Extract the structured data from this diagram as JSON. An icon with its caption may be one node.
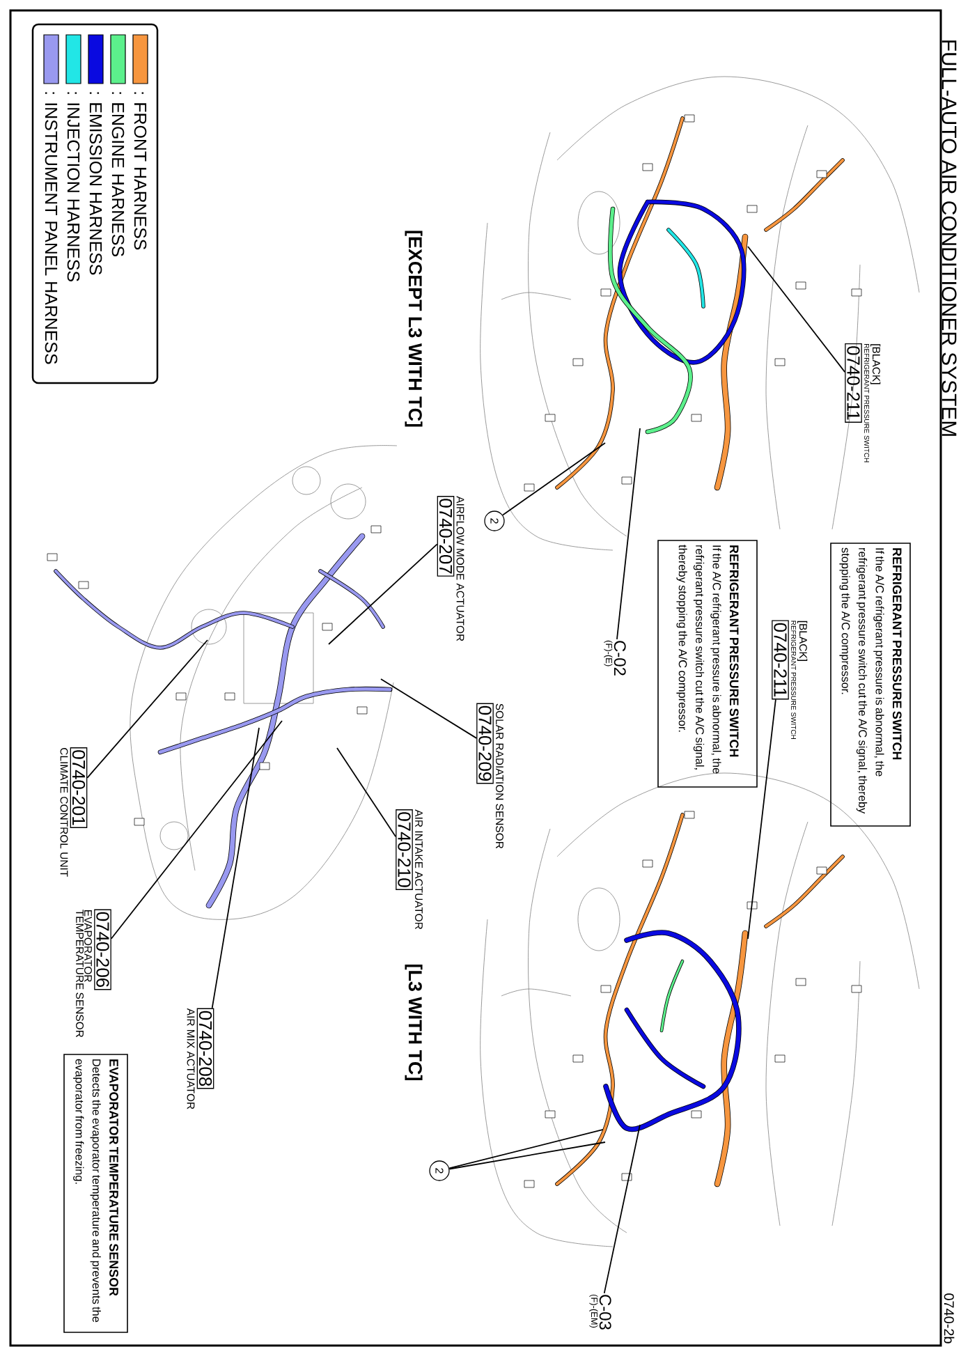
{
  "diagram": {
    "title": "FULL-AUTO AIR CONDITIONER SYSTEM",
    "nodes": [
      {
        "text": [
          "0740-211"
        ],
        "beside": [
          "[BLACK]",
          "REFRIGERANT PRESSURE SWITCH"
        ]
      },
      {
        "text": [
          "REFRIGERANT PRESSURE SWITCH",
          "If the A/C refrigerant pressure is abnormal, the refrigerant pressure switch cut the A/C signal, thereby stopping the A/C compressor."
        ]
      },
      {
        "text": [
          "0740-211"
        ],
        "beside": [
          "[BLACK]",
          "REFRIGERANT PRESSURE SWITCH"
        ]
      },
      {
        "text": [
          "REFRIGERANT PRESSURE SWITCH",
          "If the A/C refrigerant pressure is abnormal, the refrigerant pressure switch cut the A/C signal, thereby stopping the A/C compressor."
        ]
      },
      {
        "text": [
          "C-02",
          "(F)-(E)"
        ]
      },
      {
        "text": [
          "2"
        ]
      },
      {
        "text": [
          "C-03",
          "(F)-(EM)"
        ]
      },
      {
        "text": [
          "2"
        ]
      },
      {
        "text": [
          "0740-207"
        ],
        "beside": [
          "AIRFLOW MODE ACTUATOR"
        ]
      },
      {
        "text": [
          "0740-209"
        ],
        "beside": [
          "SOLAR RADIATION SENSOR"
        ]
      },
      {
        "text": [
          "0740-210"
        ],
        "beside": [
          "AIR INTAKE ACTUATOR"
        ]
      },
      {
        "text": [
          "0740-201"
        ],
        "beside": [
          "CLIMATE CONTROL UNIT"
        ]
      },
      {
        "text": [
          "0740-206"
        ],
        "beside": [
          "EVAPORATOR TEMPERATURE SENSOR"
        ]
      },
      {
        "text": [
          "0740-208"
        ],
        "beside": [
          "AIR MIX ACTUATOR"
        ]
      },
      {
        "text": [
          "EVAPORATOR TEMPERATURE SENSOR",
          "Detects the evaporator temperature and prevents the evaporator from freezing."
        ]
      }
    ],
    "edges": [
      {
        "from": 0,
        "to": null,
        "arrow": "none"
      },
      {
        "from": 2,
        "to": null,
        "arrow": "none"
      },
      {
        "from": 4,
        "to": null,
        "arrow": "none"
      },
      {
        "from": 5,
        "to": null,
        "arrow": "none"
      },
      {
        "from": 6,
        "to": null,
        "arrow": "none"
      },
      {
        "from": 7,
        "to": null,
        "arrow": "none"
      },
      {
        "from": 7,
        "to": null,
        "arrow": "none"
      },
      {
        "from": 8,
        "to": null,
        "arrow": "none"
      },
      {
        "from": 9,
        "to": null,
        "arrow": "none"
      },
      {
        "from": 10,
        "to": null,
        "arrow": "none"
      },
      {
        "from": 11,
        "to": null,
        "arrow": "none"
      },
      {
        "from": 12,
        "to": null,
        "arrow": "none"
      },
      {
        "from": 13,
        "to": null,
        "arrow": "none"
      }
    ],
    "labels": [
      "0740-2b",
      "[EXCEPT L3 WITH TC]",
      "[L3 WITH TC]"
    ],
    "legend": [
      {
        "text": ": FRONT HARNESS",
        "color": "#f7963f"
      },
      {
        "text": ": ENGINE HARNESS",
        "color": "#5cf08c"
      },
      {
        "text": ": EMISSION HARNESS",
        "color": "#0a0ae0"
      },
      {
        "text": ": INJECTION HARNESS",
        "color": "#22e6e6"
      },
      {
        "text": ": INSTRUMENT PANEL HARNESS",
        "color": "#9999f0"
      }
    ]
  }
}
